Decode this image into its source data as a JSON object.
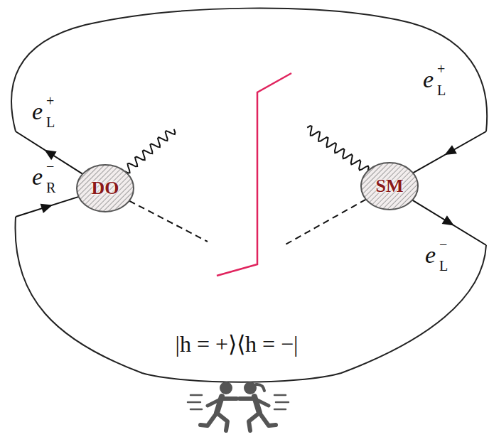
{
  "diagram": {
    "nodes": [
      {
        "text": [
          "DO"
        ]
      },
      {
        "text": [
          "SM"
        ]
      }
    ],
    "labels": [
      "e",
      "+",
      "L",
      "e",
      "+",
      "L",
      "e",
      "−",
      "R",
      "e",
      "−",
      "L",
      "|h = +⟩⟨h = −|"
    ]
  }
}
